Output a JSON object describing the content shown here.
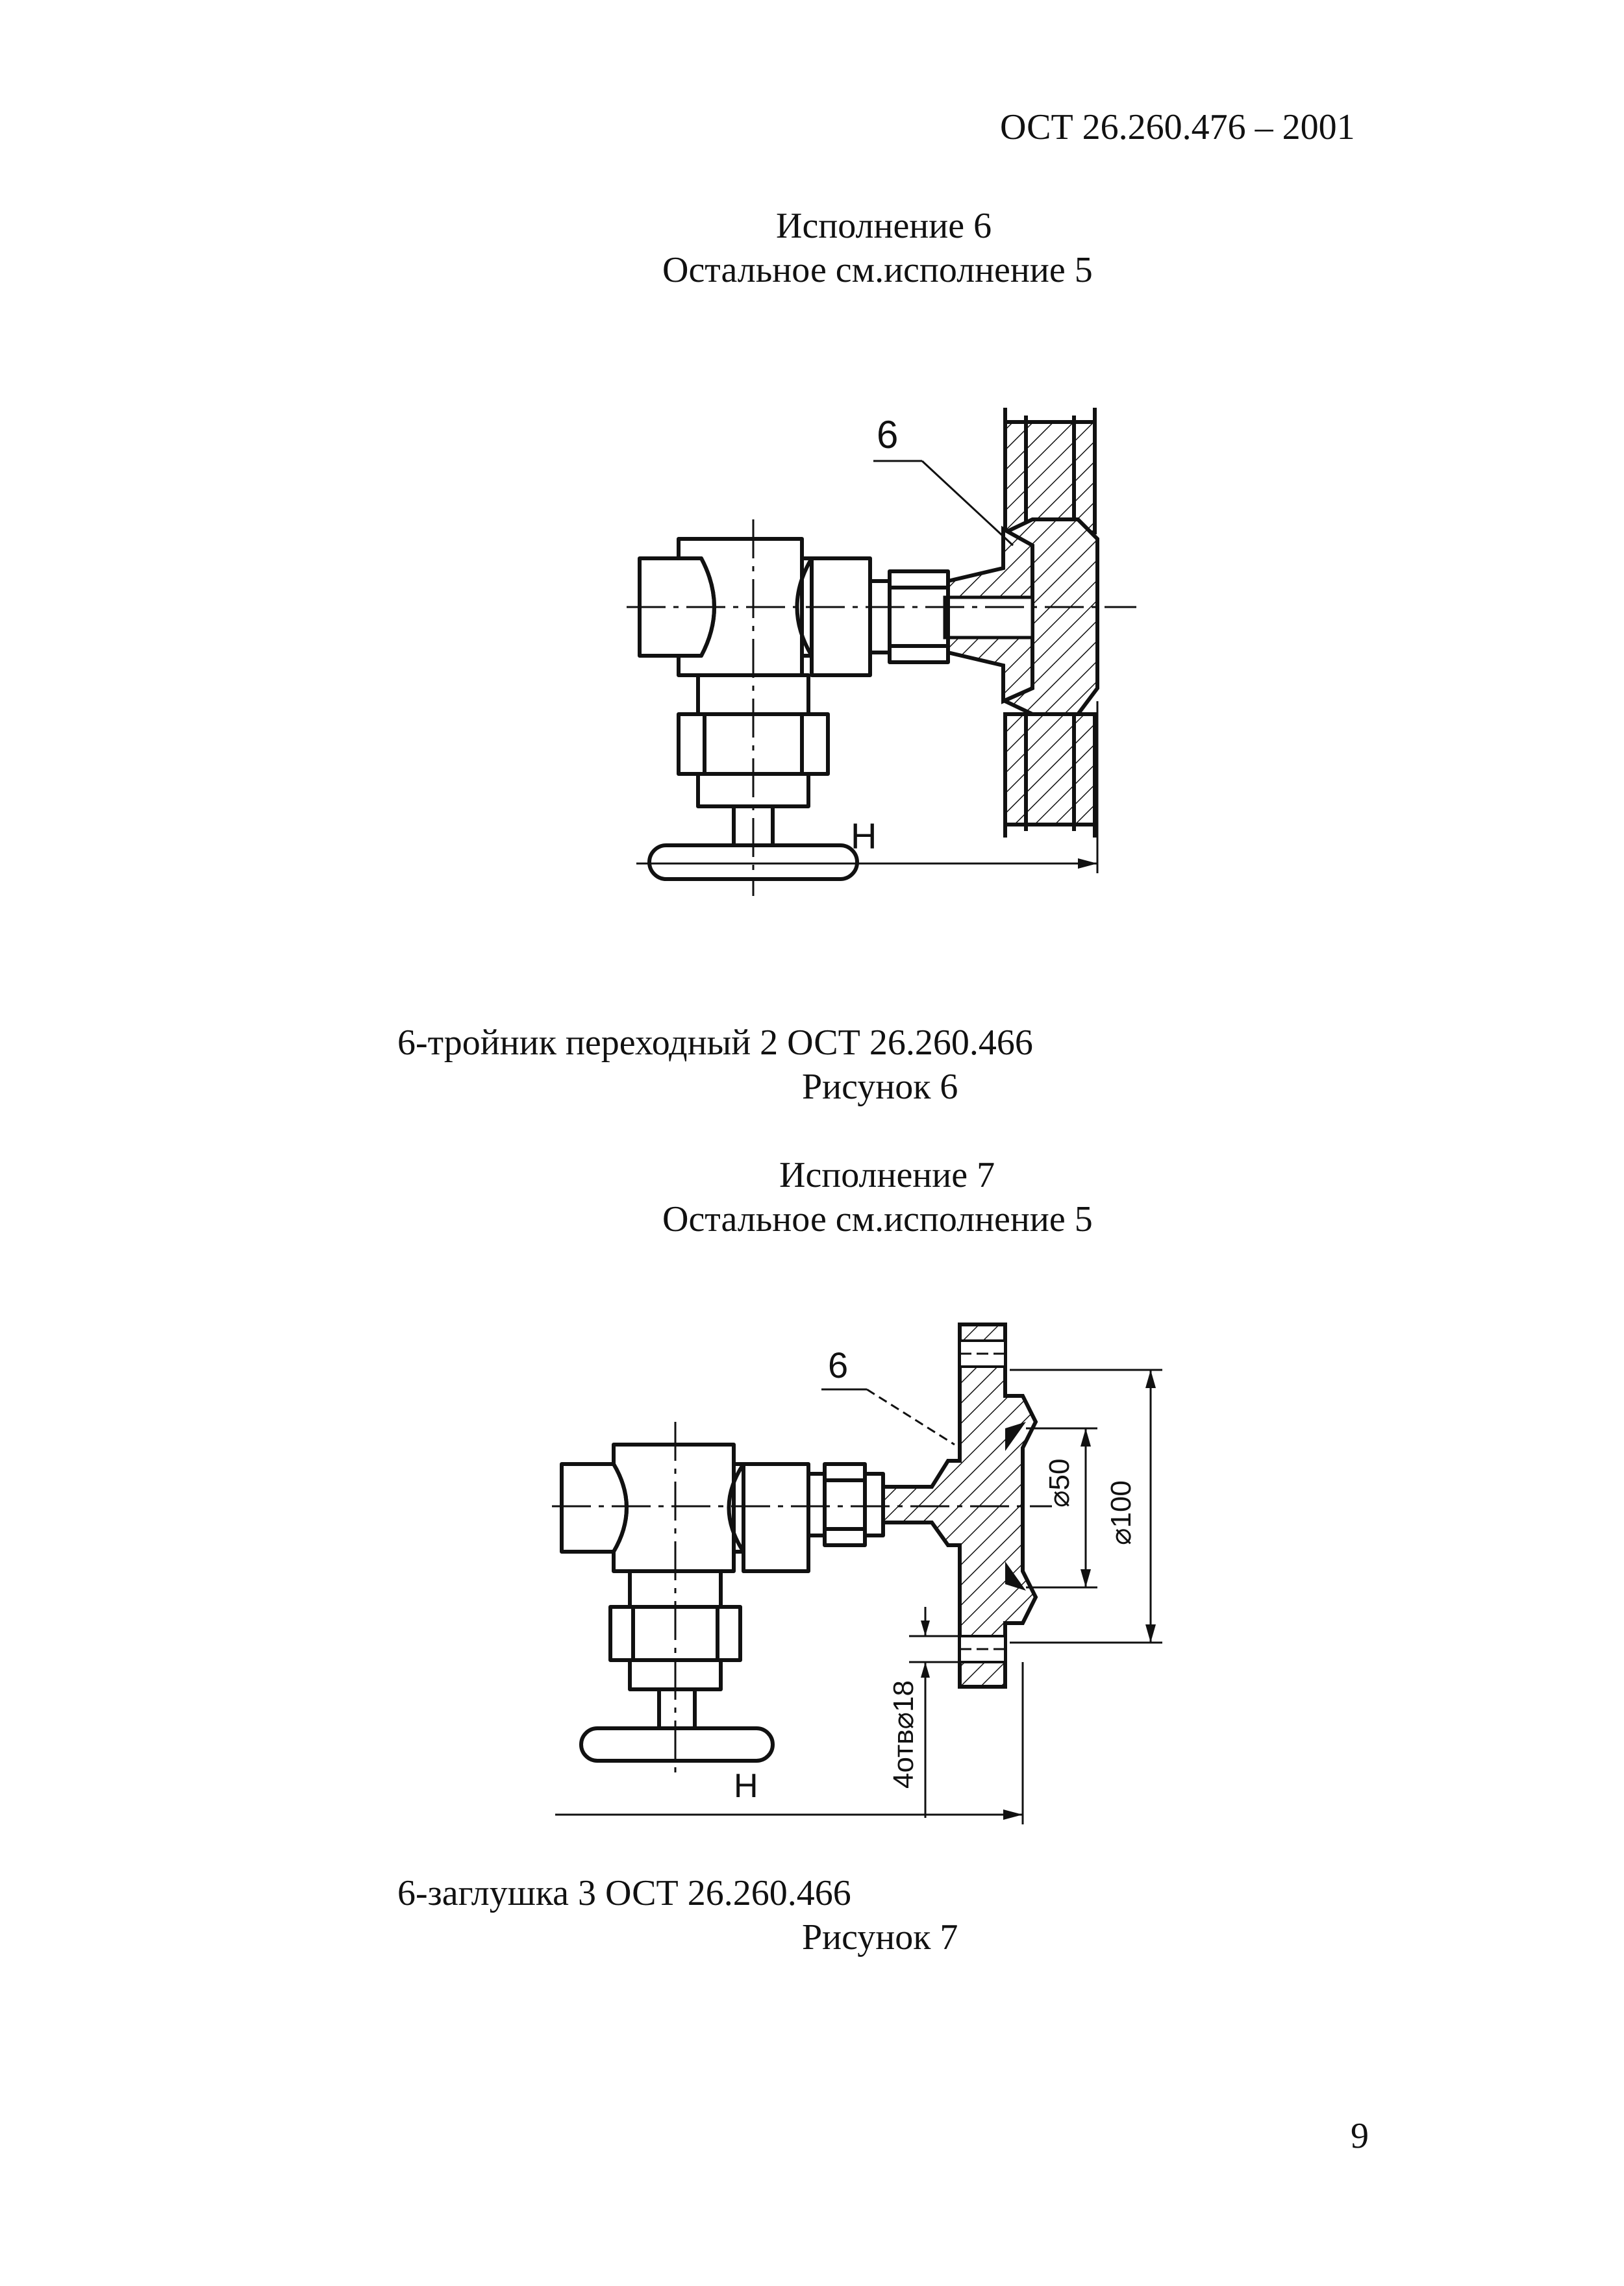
{
  "header": {
    "doc_number": "ОСТ 26.260.476 – 2001"
  },
  "figure6": {
    "title": "Исполнение 6",
    "subtitle": "Остальное см.исполнение 5",
    "leader_label": "6",
    "dim_label": "Н",
    "legend": "6-тройник переходный 2 ОСТ 26.260.466",
    "caption": "Рисунок 6"
  },
  "figure7": {
    "title": "Исполнение 7",
    "subtitle": "Остальное см.исполнение 5",
    "leader_label": "6",
    "dim_label": "Н",
    "dim_d50": "⌀50",
    "dim_d100": "⌀100",
    "dim_holes": "4отв⌀18",
    "legend": "6-заглушка  3 ОСТ 26.260.466",
    "caption": "Рисунок 7"
  },
  "footer": {
    "page_number": "9"
  }
}
